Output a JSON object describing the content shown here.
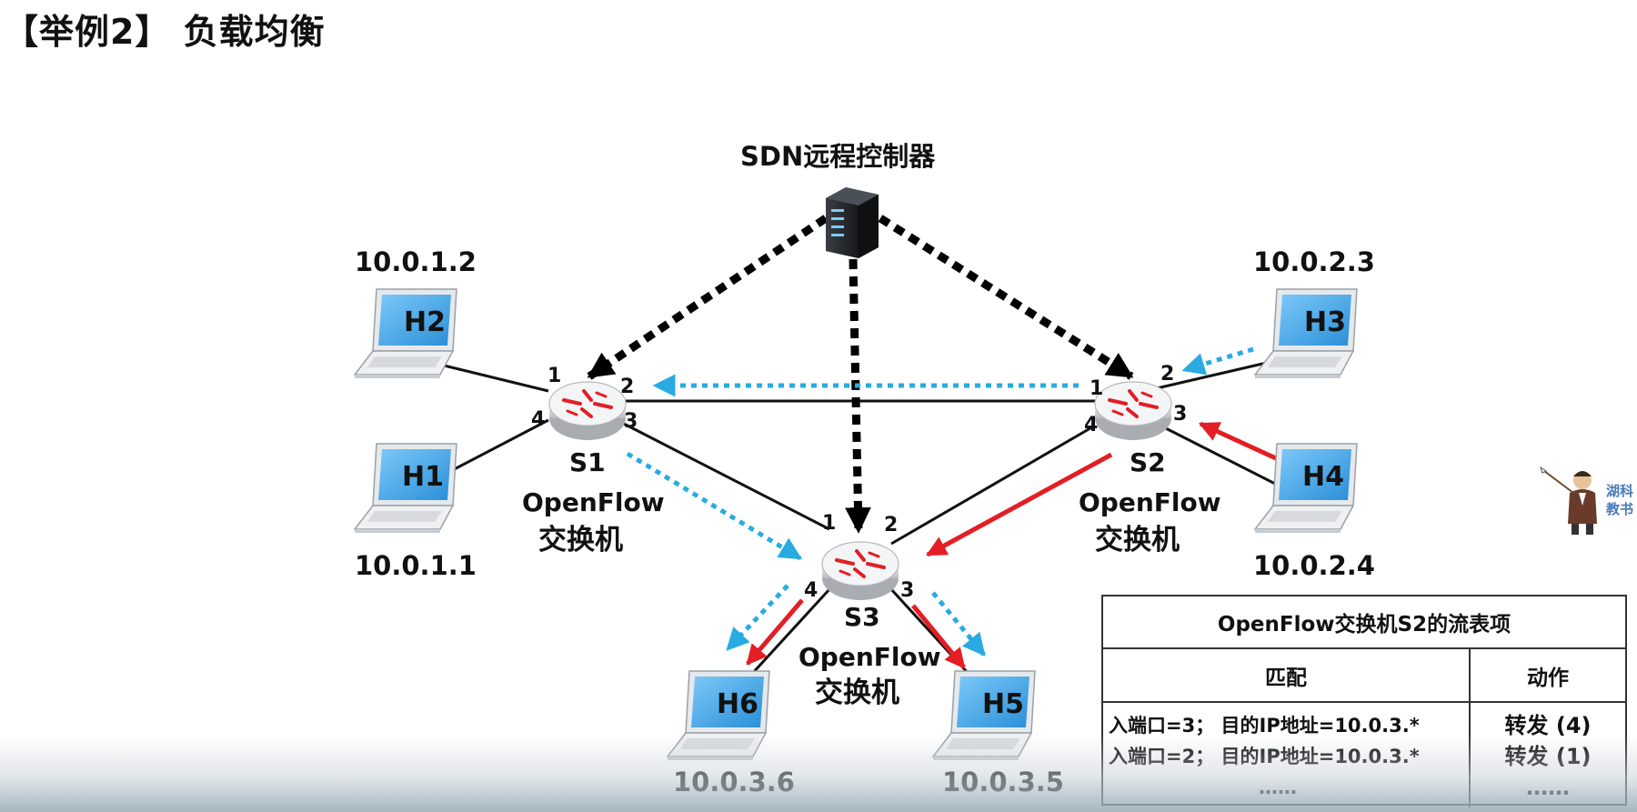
{
  "title": "【举例2】 负载均衡",
  "controller": {
    "label": "SDN远程控制器",
    "icon": "server-icon"
  },
  "hosts": [
    {
      "id": "h2",
      "label": "H2",
      "ip": "10.0.1.2"
    },
    {
      "id": "h1",
      "label": "H1",
      "ip": "10.0.1.1"
    },
    {
      "id": "h3",
      "label": "H3",
      "ip": "10.0.2.3"
    },
    {
      "id": "h4",
      "label": "H4",
      "ip": "10.0.2.4"
    },
    {
      "id": "h6",
      "label": "H6",
      "ip": "10.0.3.6"
    },
    {
      "id": "h5",
      "label": "H5",
      "ip": "10.0.3.5"
    }
  ],
  "switches": [
    {
      "id": "s1",
      "name": "S1",
      "line1": "OpenFlow",
      "line2": "交换机",
      "ports": [
        "1",
        "2",
        "3",
        "4"
      ]
    },
    {
      "id": "s2",
      "name": "S2",
      "line1": "OpenFlow",
      "line2": "交换机",
      "ports": [
        "1",
        "2",
        "3",
        "4"
      ]
    },
    {
      "id": "s3",
      "name": "S3",
      "line1": "OpenFlow",
      "line2": "交换机",
      "ports": [
        "1",
        "2",
        "3",
        "4"
      ]
    }
  ],
  "flow_table": {
    "title": "OpenFlow交换机S2的流表项",
    "headers": {
      "match": "匹配",
      "action": "动作"
    },
    "rows": [
      {
        "match": "入端口=3；  目的IP地址=10.0.3.*",
        "action": "转发  (4)"
      },
      {
        "match": "入端口=2；  目的IP地址=10.0.3.*",
        "action": "转发  (1)"
      },
      {
        "match": "……",
        "action": "……"
      }
    ]
  },
  "presenter": {
    "line1": "湖科",
    "line2": "教书"
  },
  "colors": {
    "control_arrow": "#000000",
    "blue_flow": "#29abe2",
    "red_flow": "#e31e24",
    "host_screen": "#3fa9f5"
  }
}
